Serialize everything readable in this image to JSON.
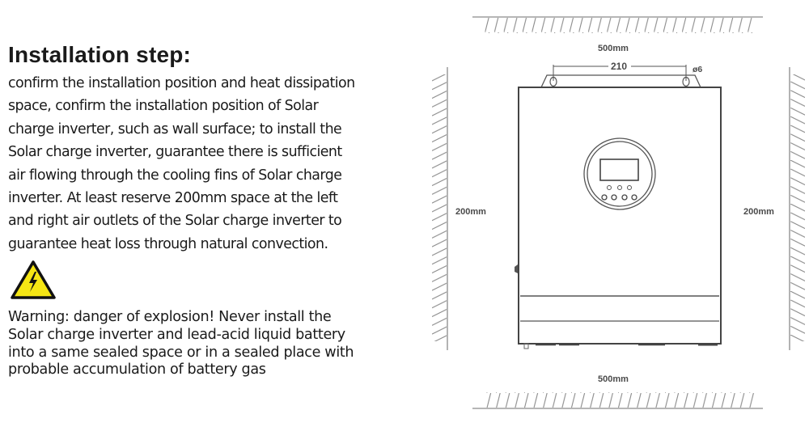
{
  "heading": "Installation step:",
  "instructions": {
    "lines": [
      "confirm the installation position and heat dissipation",
      "space, confirm the installation position of Solar",
      "charge inverter,  such as wall surface;  to install the",
      "Solar charge inverter,  guarantee there is sufficient",
      "air flowing through the cooling fins of Solar charge",
      "inverter. At least reserve 200mm space at the left",
      "and right air outlets of the Solar charge inverter to",
      "guarantee heat loss through natural convection."
    ]
  },
  "warning": {
    "icon": "high-voltage-warning-icon",
    "lines": [
      "Warning: danger of explosion! Never install the",
      "Solar charge inverter and lead-acid liquid battery",
      "into a same sealed space or in a sealed place with",
      "probable accumulation of battery gas"
    ]
  },
  "diagram": {
    "top_clearance": "500mm",
    "mount_hole_spacing": "210",
    "mount_hole_diameter": "ø6",
    "left_clearance": "200mm",
    "right_clearance": "200mm",
    "bottom_clearance": "500mm"
  },
  "colors": {
    "text": "#1a1a1a",
    "warning_yellow": "#f5e614",
    "diagram_line": "#555555",
    "hatch": "#8a8a8a"
  }
}
